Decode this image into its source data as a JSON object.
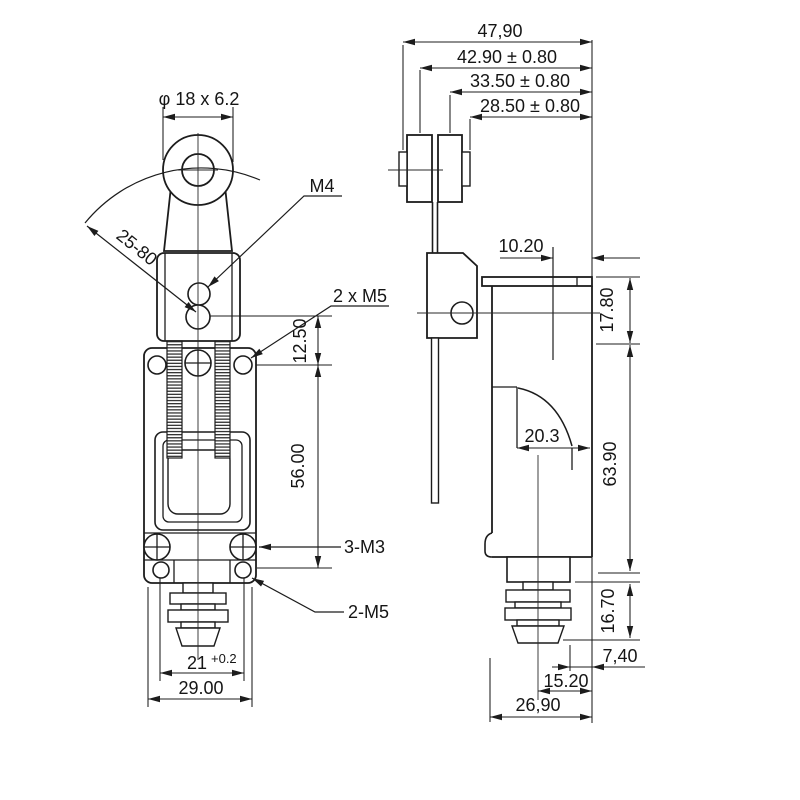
{
  "front_view": {
    "roller_size": "φ 18 x 6.2",
    "lever_angle_range": "25-80",
    "pivot_screw": "M4",
    "head_screws": "2 x M5",
    "pivot_to_mount_distance": "12.50",
    "mount_hole_vertical_spacing": "56.00",
    "cover_screws": "3-M3",
    "bottom_mount_holes": "2-M5",
    "bottom_hole_spacing": "21",
    "bottom_hole_spacing_tolerance": "+0.2",
    "overall_width": "29.00"
  },
  "side_view": {
    "overall_depth": "47,90",
    "outer_roller_plane": "42.90 ± 0.80",
    "inner_roller_plane": "33.50 ± 0.80",
    "roller_face_plane": "28.50 ± 0.80",
    "head_top_offset": "10.20",
    "head_section_height": "17.80",
    "cavity_depth": "20.3",
    "body_section_height": "63.90",
    "bellows_height": "16.70",
    "bellows_bottom_offset": "7,40",
    "plunger_axis_offset": "15.20",
    "overall_body_depth": "26,90"
  }
}
